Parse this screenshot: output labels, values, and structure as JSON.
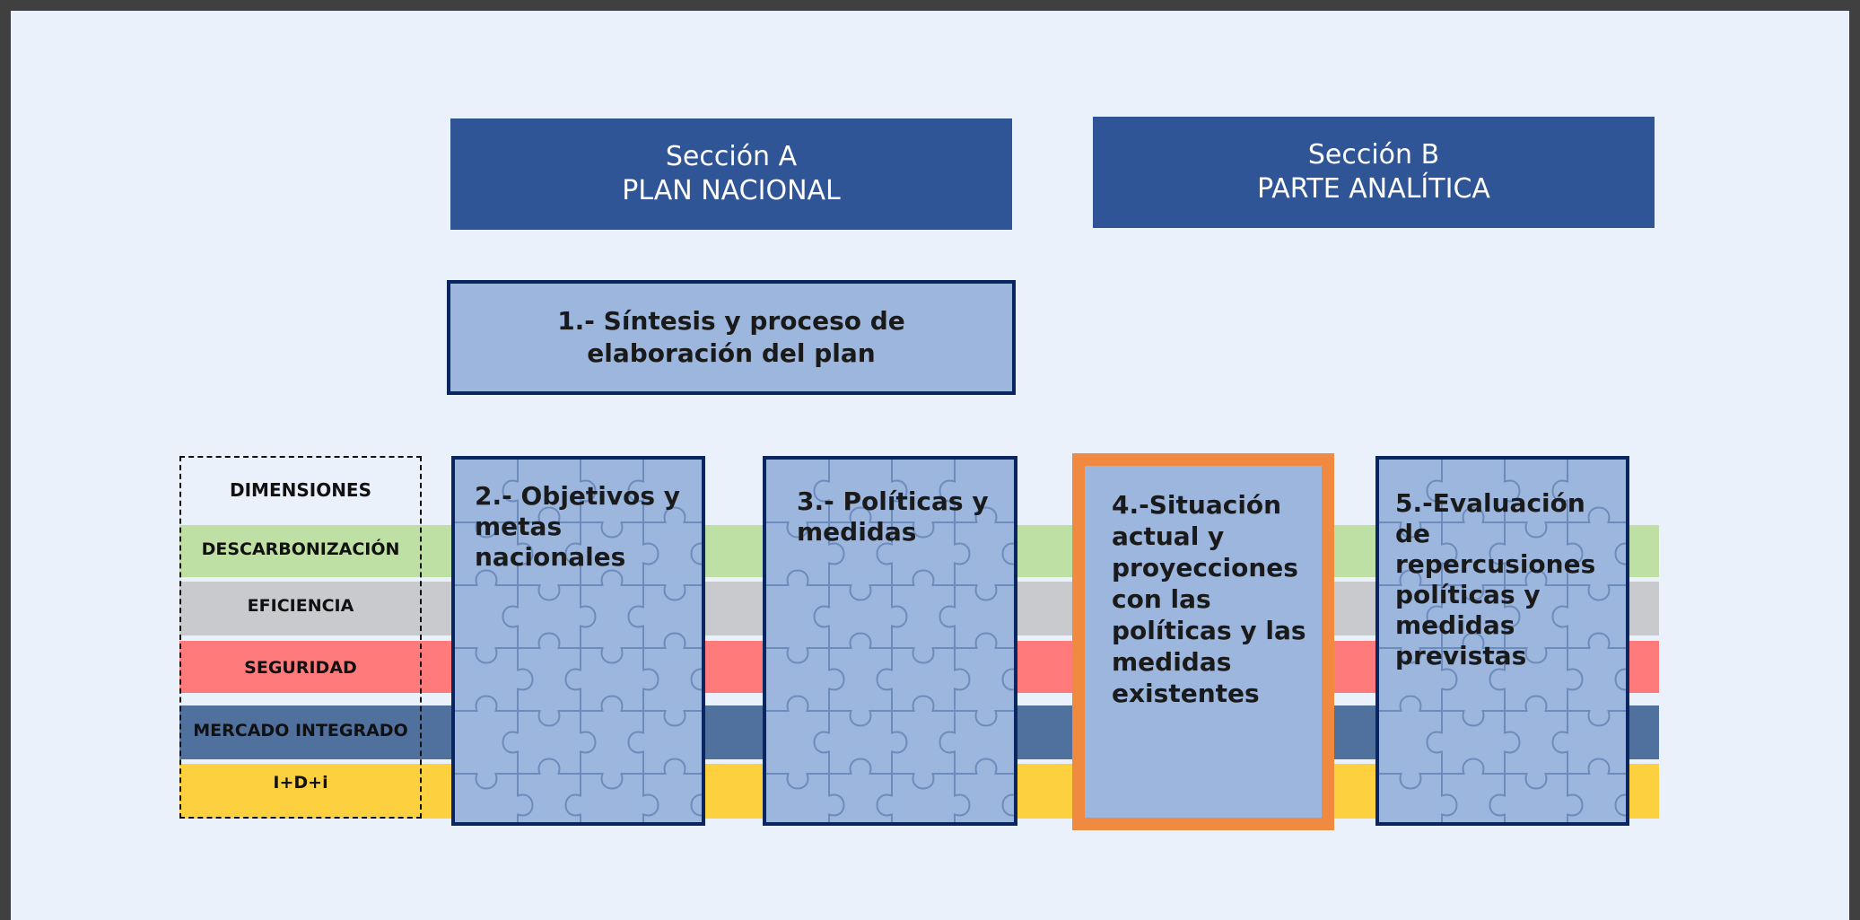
{
  "section_a": {
    "line1": "Sección A",
    "line2": "PLAN NACIONAL"
  },
  "section_b": {
    "line1": "Sección B",
    "line2": "PARTE ANALÍTICA"
  },
  "box1": {
    "line1": "1.- Síntesis y proceso de",
    "line2": "elaboración del plan"
  },
  "dimensions": {
    "header": "DIMENSIONES",
    "items": [
      {
        "label": "DESCARBONIZACIÓN",
        "color": "#bfe0a4"
      },
      {
        "label": "EFICIENCIA",
        "color": "#c8cacd"
      },
      {
        "label": "SEGURIDAD",
        "color": "#ff7b7b"
      },
      {
        "label": "MERCADO INTEGRADO",
        "color": "#50709e"
      },
      {
        "label": "I+D+i",
        "color": "#fdd03f"
      }
    ]
  },
  "puzzles": [
    {
      "id": "2",
      "text": "2.- Objetivos y metas nacionales",
      "icon": "puzzle-pattern"
    },
    {
      "id": "3",
      "text": "3.- Políticas y medidas",
      "icon": "puzzle-pattern"
    },
    {
      "id": "5",
      "text": "5.-Evaluación de repercusiones políticas y medidas previstas",
      "icon": "puzzle-pattern"
    }
  ],
  "box4": {
    "text": "4.-Situación actual y proyecciones con las políticas y las medidas existentes"
  },
  "colors": {
    "header_blue": "#2f5597",
    "box_blue": "#9cb6de",
    "border_navy": "#0a2660",
    "highlight_orange": "#ef8a40"
  }
}
